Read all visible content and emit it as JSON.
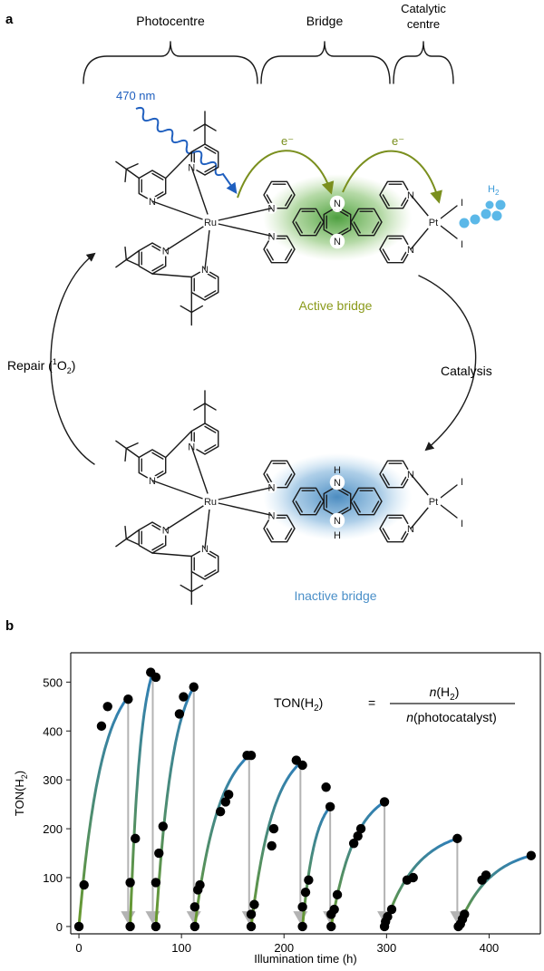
{
  "figure": {
    "panel_a": {
      "letter": "a",
      "section_photocentre": "Photocentre",
      "section_bridge": "Bridge",
      "section_catalytic_line1": "Catalytic",
      "section_catalytic_line2": "centre",
      "wavelength": "470 nm",
      "electron1": "e⁻",
      "electron2": "e⁻",
      "h2": "H",
      "h2_sub": "2",
      "active_label": "Active bridge",
      "inactive_label": "Inactive bridge",
      "repair_label_pre": "Repair (",
      "repair_sup": "1",
      "repair_o": "O",
      "repair_sub": "2",
      "repair_post": ")",
      "catalysis_label": "Catalysis",
      "atoms": {
        "N": "N",
        "Ru": "Ru",
        "Pt": "Pt",
        "I": "I",
        "H": "H"
      },
      "colors": {
        "light_arrow": "#1f5fbf",
        "electron_arrow": "#7a8f1e",
        "active_green": "#3f9a2b",
        "active_text": "#8a9a1a",
        "inactive_blue": "#3a86c4",
        "inactive_text": "#4a8fc8",
        "h2_bubbles": "#5bb8e8"
      }
    },
    "panel_b": {
      "letter": "b",
      "formula_lhs_pre": "TON(H",
      "formula_lhs_sub": "2",
      "formula_lhs_post": ")",
      "formula_eq": "=",
      "formula_num_pre": "n",
      "formula_num_post": "(H",
      "formula_num_sub": "2",
      "formula_num_end": ")",
      "formula_den_pre": "n",
      "formula_den_post": "(photocatalyst)"
    }
  },
  "chart_data": {
    "type": "scatter",
    "xlabel": "Illumination time (h)",
    "ylabel_pre": "TON(H",
    "ylabel_sub": "2",
    "ylabel_post": ")",
    "xlim": [
      -8,
      450
    ],
    "ylim": [
      -15,
      560
    ],
    "xticks": [
      0,
      100,
      200,
      300,
      400
    ],
    "yticks": [
      0,
      100,
      200,
      300,
      400,
      500
    ],
    "xticklabels": [
      "0",
      "100",
      "200",
      "300",
      "400"
    ],
    "yticklabels": [
      "0",
      "100",
      "200",
      "300",
      "400",
      "500"
    ],
    "grid": false,
    "colors": {
      "point": "#000000",
      "curve_start": "#6a9a2a",
      "curve_end": "#2f7fb8",
      "drop_arrow": "#b3b3b3"
    },
    "points": [
      [
        0,
        0
      ],
      [
        5,
        85
      ],
      [
        22,
        410
      ],
      [
        28,
        450
      ],
      [
        48,
        465
      ],
      [
        50,
        0
      ],
      [
        50,
        90
      ],
      [
        55,
        180
      ],
      [
        70,
        520
      ],
      [
        75,
        510
      ],
      [
        75,
        0
      ],
      [
        75,
        90
      ],
      [
        78,
        150
      ],
      [
        82,
        205
      ],
      [
        98,
        435
      ],
      [
        102,
        470
      ],
      [
        112,
        490
      ],
      [
        113,
        0
      ],
      [
        113,
        40
      ],
      [
        116,
        75
      ],
      [
        118,
        85
      ],
      [
        138,
        235
      ],
      [
        143,
        255
      ],
      [
        146,
        270
      ],
      [
        164,
        350
      ],
      [
        168,
        350
      ],
      [
        168,
        0
      ],
      [
        168,
        25
      ],
      [
        171,
        45
      ],
      [
        188,
        165
      ],
      [
        190,
        200
      ],
      [
        212,
        340
      ],
      [
        218,
        330
      ],
      [
        218,
        0
      ],
      [
        218,
        40
      ],
      [
        221,
        70
      ],
      [
        224,
        95
      ],
      [
        241,
        285
      ],
      [
        245,
        245
      ],
      [
        246,
        0
      ],
      [
        246,
        25
      ],
      [
        249,
        35
      ],
      [
        252,
        65
      ],
      [
        268,
        170
      ],
      [
        272,
        185
      ],
      [
        275,
        200
      ],
      [
        298,
        255
      ],
      [
        298,
        0
      ],
      [
        299,
        10
      ],
      [
        301,
        20
      ],
      [
        305,
        35
      ],
      [
        320,
        95
      ],
      [
        326,
        100
      ],
      [
        369,
        180
      ],
      [
        370,
        0
      ],
      [
        372,
        5
      ],
      [
        374,
        15
      ],
      [
        376,
        25
      ],
      [
        393,
        95
      ],
      [
        397,
        105
      ],
      [
        441,
        145
      ]
    ],
    "cycles": [
      {
        "start": 0,
        "end": 48,
        "top": 470
      },
      {
        "start": 50,
        "end": 72,
        "top": 520
      },
      {
        "start": 75,
        "end": 112,
        "top": 490
      },
      {
        "start": 113,
        "end": 166,
        "top": 350
      },
      {
        "start": 168,
        "end": 216,
        "top": 335
      },
      {
        "start": 218,
        "end": 245,
        "top": 245
      },
      {
        "start": 246,
        "end": 298,
        "top": 255
      },
      {
        "start": 298,
        "end": 369,
        "top": 180
      },
      {
        "start": 370,
        "end": 441,
        "top": 145
      }
    ],
    "drops": [
      {
        "x": 48,
        "from": 465
      },
      {
        "x": 72,
        "from": 520
      },
      {
        "x": 112,
        "from": 490
      },
      {
        "x": 166,
        "from": 350
      },
      {
        "x": 216,
        "from": 335
      },
      {
        "x": 245,
        "from": 245
      },
      {
        "x": 298,
        "from": 255
      },
      {
        "x": 369,
        "from": 180
      }
    ]
  }
}
